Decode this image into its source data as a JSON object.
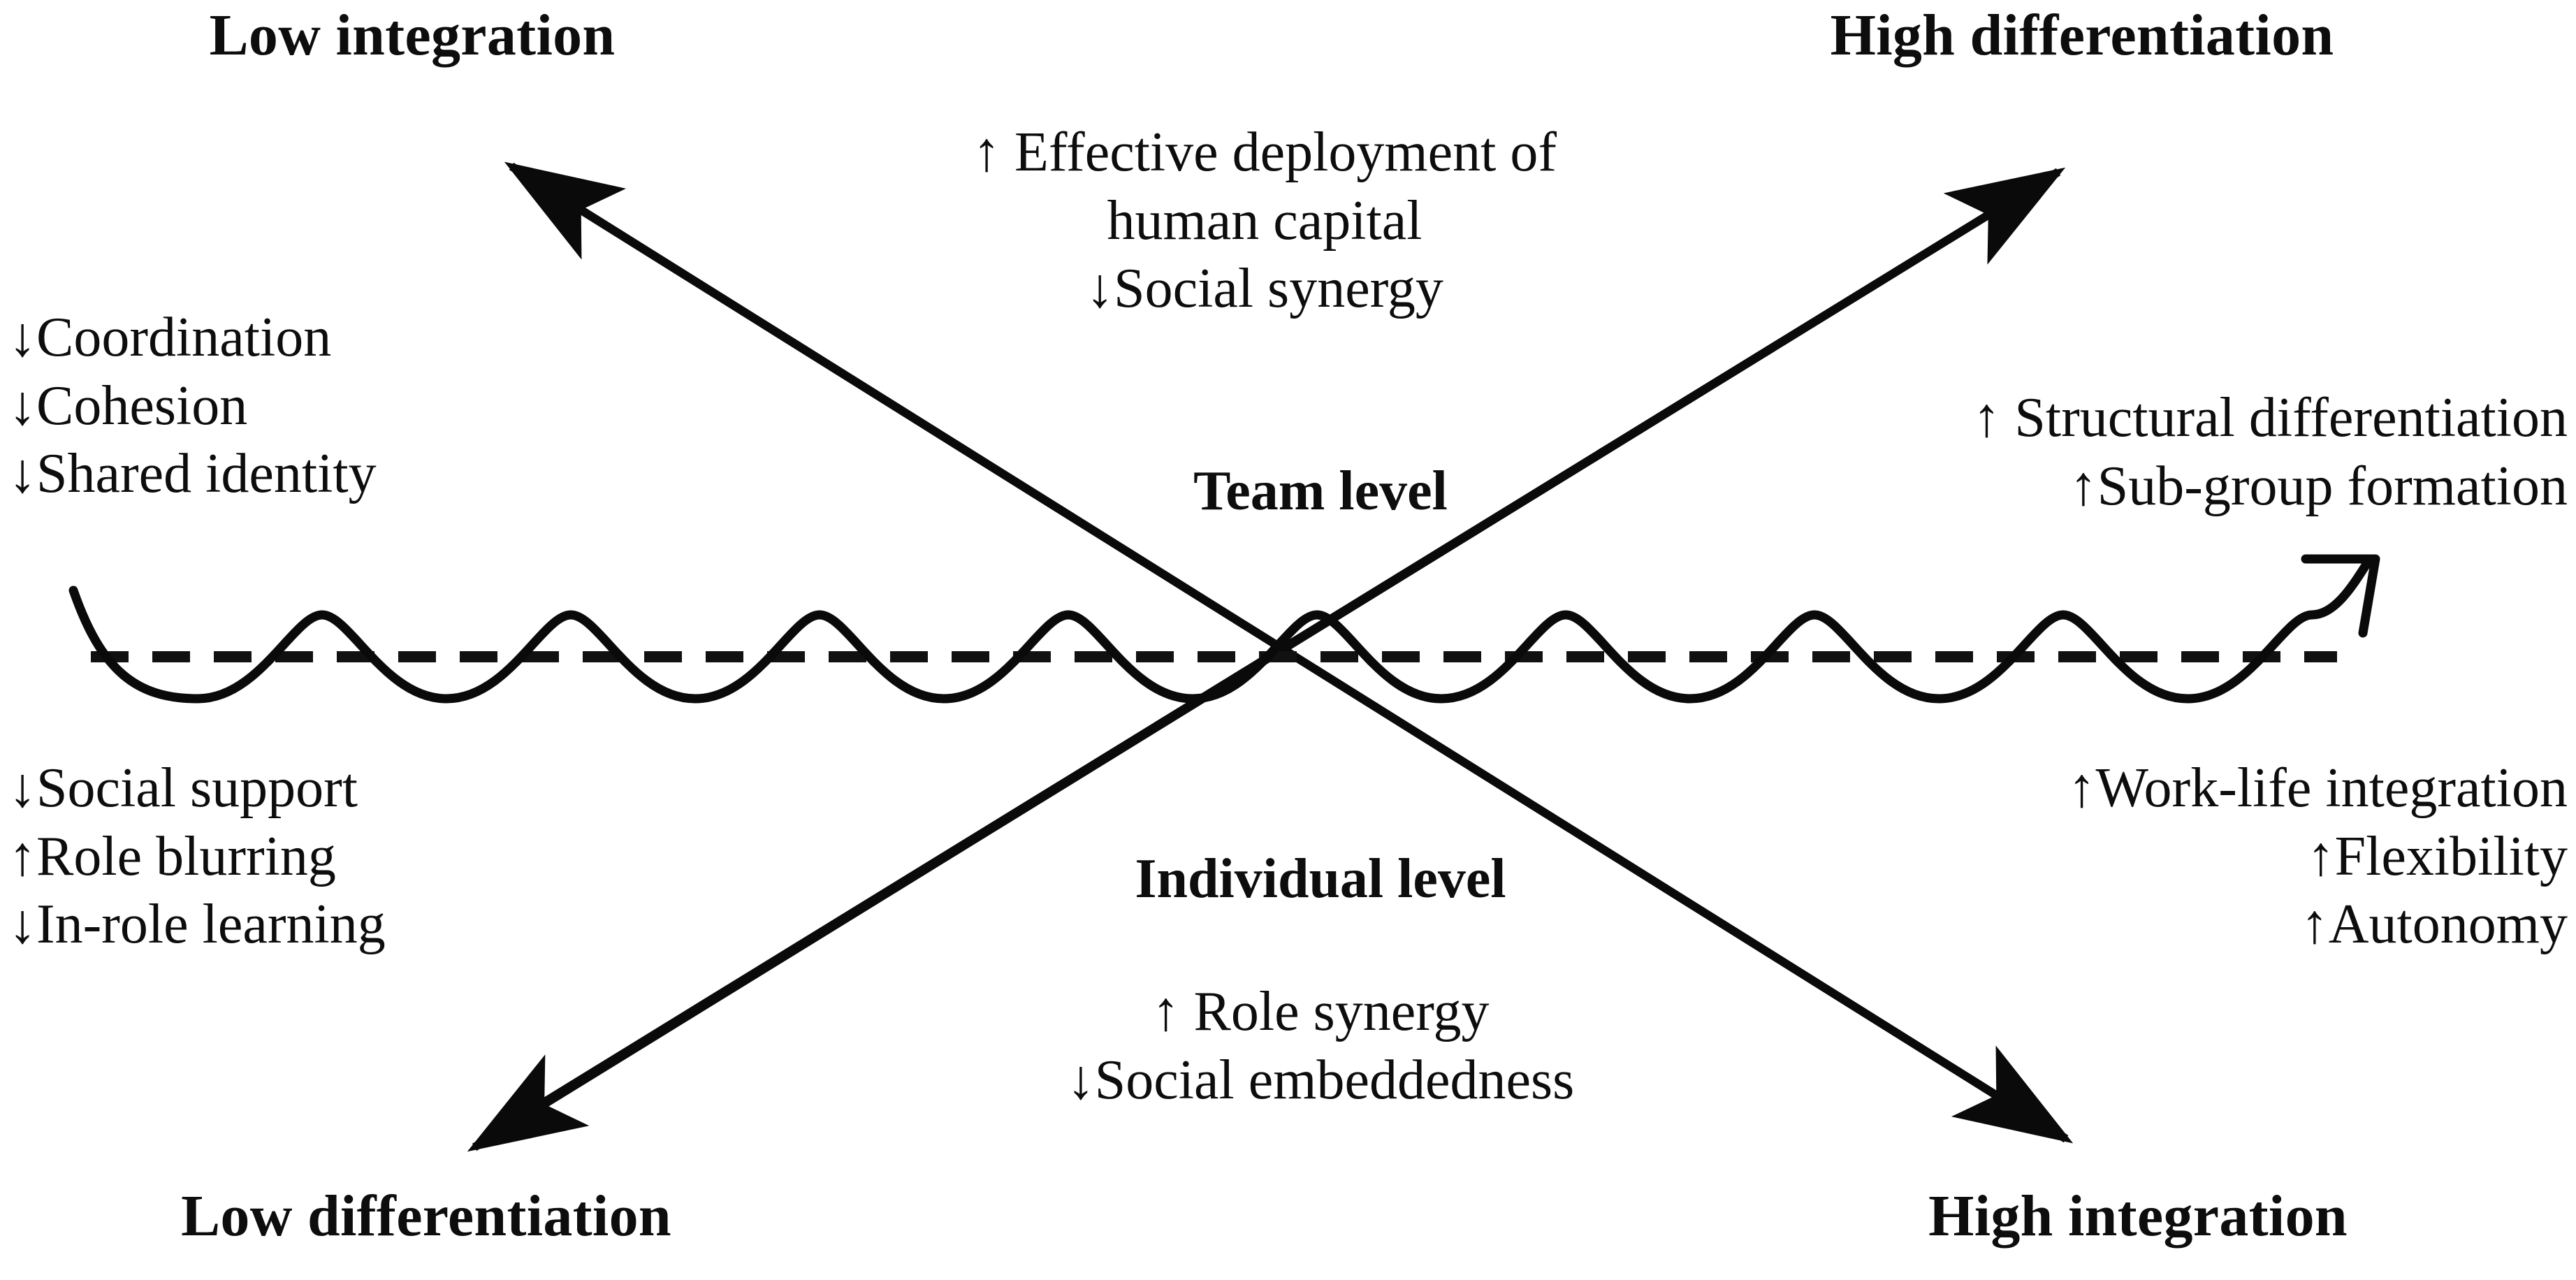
{
  "diagram": {
    "title_axes": {
      "top_left": "Low integration",
      "top_right": "High differentiation",
      "bottom_left": "Low differentiation",
      "bottom_right": "High integration"
    },
    "levels": {
      "team": "Team level",
      "individual": "Individual level"
    },
    "blocks": {
      "top_left": [
        "↓Coordination",
        "↓Cohesion",
        "↓Shared identity"
      ],
      "top_center": [
        "↑ Effective deployment of",
        "human capital",
        "↓Social synergy"
      ],
      "top_right": [
        "↑ Structural differentiation",
        "↑Sub-group formation"
      ],
      "bottom_left": [
        "↓Social support",
        "↑Role blurring",
        "↓In-role learning"
      ],
      "bottom_center": [
        "↑ Role synergy",
        "↓Social embeddedness"
      ],
      "bottom_right": [
        "↑Work-life integration",
        "↑Flexibility",
        "↑Autonomy"
      ]
    },
    "graphics": {
      "stroke_color": "#0a0a0a",
      "background_color": "#ffffff",
      "arrow_up_right": "arrow-diagonal-up-right",
      "arrow_up_left": "arrow-diagonal-up-left",
      "arrow_down_left": "arrow-diagonal-down-left",
      "arrow_down_right": "arrow-diagonal-down-right",
      "wave": "sine-wave-arrow",
      "baseline": "dashed-baseline"
    }
  }
}
